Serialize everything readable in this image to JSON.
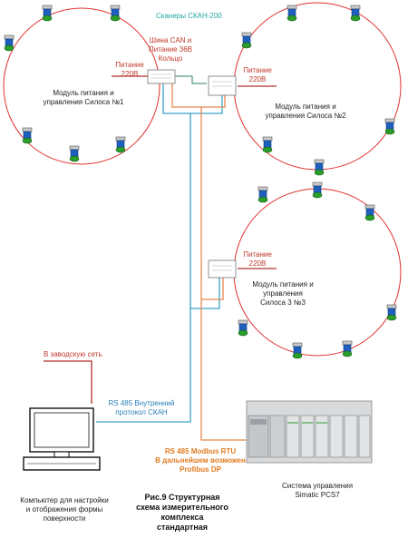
{
  "title": "Сканеры СКАН-200",
  "can_bus": [
    "Шина CAN и",
    "Питание 36В",
    "Кольцо"
  ],
  "power": {
    "p1": [
      "Питание",
      "220В"
    ],
    "p2": [
      "Питание",
      "220В"
    ],
    "p3": [
      "Питание",
      "220В"
    ]
  },
  "modules": {
    "m1": [
      "Модуль питания и",
      "управления Силоса №1"
    ],
    "m2": [
      "Модуль питания и",
      "управления Силоса №2"
    ],
    "m3": [
      "Модуль питания и",
      "управления",
      "Силоса 3 №3"
    ]
  },
  "factory_net": "В заводскую сеть",
  "rs485_internal": [
    "RS 485 Внутренний",
    "протокол СКАН"
  ],
  "rs485_modbus": [
    "RS 485 Modbus RTU",
    "В дальнейшем возможен",
    "Profibus DP"
  ],
  "computer": [
    "Компьютер для настройки",
    "и отображения формы",
    "поверхности"
  ],
  "figure_caption": [
    "Рис.9 Структурная",
    "схема измерительного",
    "комплекса",
    "стандартная"
  ],
  "control_system": [
    "Система управления",
    "Simatic PCS7"
  ],
  "colors": {
    "ring": "#e03030",
    "power_line": "#b03030",
    "rs485_line": "#3aa0c8",
    "modbus_line": "#e8894a",
    "module_line": "#2e7d6e",
    "scanner_body": "#1f5fbf",
    "scanner_ring": "#2a9d2a"
  }
}
